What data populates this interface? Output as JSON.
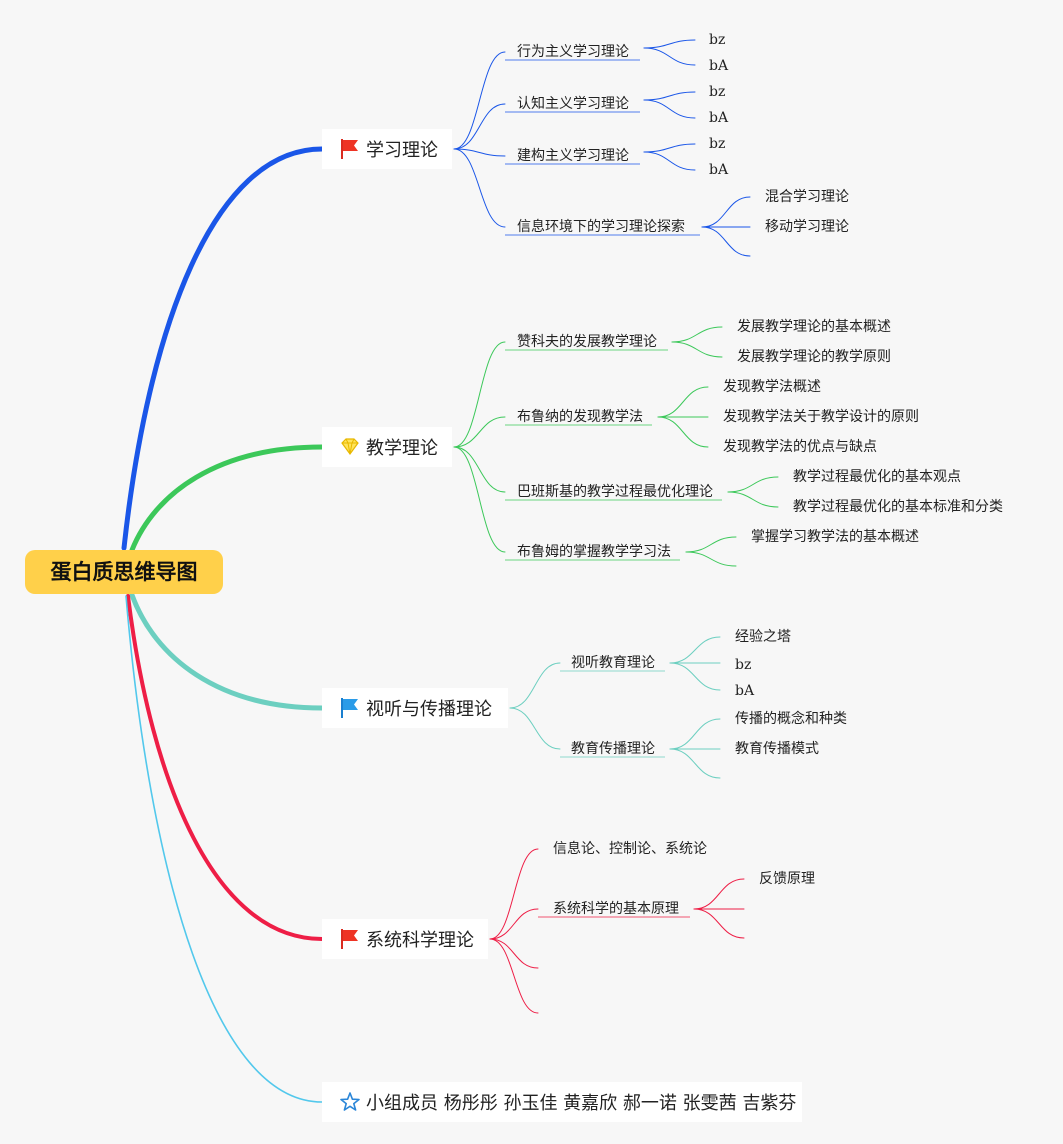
{
  "root": {
    "label": "蛋白质思维导图"
  },
  "colors": {
    "root_fill": "#ffd04a",
    "learning": "#1a56e8",
    "teaching": "#3cc85a",
    "av": "#6ccfc0",
    "systems": "#ee1e46",
    "members": "#52c8ec"
  },
  "branches": [
    {
      "label": "学习理论",
      "icon": "red-flag-icon",
      "children": [
        {
          "label": "行为主义学习理论",
          "children": [
            "bz",
            "bA"
          ]
        },
        {
          "label": "认知主义学习理论",
          "children": [
            "bz",
            "bA"
          ]
        },
        {
          "label": "建构主义学习理论",
          "children": [
            "bz",
            "bA"
          ]
        },
        {
          "label": "信息环境下的学习理论探索",
          "children": [
            "混合学习理论",
            "移动学习理论",
            ""
          ]
        }
      ]
    },
    {
      "label": "教学理论",
      "icon": "diamond-icon",
      "children": [
        {
          "label": "赞科夫的发展教学理论",
          "children": [
            "发展教学理论的基本概述",
            "发展教学理论的教学原则"
          ]
        },
        {
          "label": "布鲁纳的发现教学法",
          "children": [
            "发现教学法概述",
            "发现教学法关于教学设计的原则",
            "发现教学法的优点与缺点"
          ]
        },
        {
          "label": "巴班斯基的教学过程最优化理论",
          "children": [
            "教学过程最优化的基本观点",
            "教学过程最优化的基本标准和分类"
          ]
        },
        {
          "label": "布鲁姆的掌握教学学习法",
          "children": [
            "掌握学习教学法的基本概述",
            ""
          ]
        }
      ]
    },
    {
      "label": "视听与传播理论",
      "icon": "blue-flag-icon",
      "children": [
        {
          "label": "视听教育理论",
          "children": [
            "经验之塔",
            "bz",
            "bA"
          ]
        },
        {
          "label": "教育传播理论",
          "children": [
            "传播的概念和种类",
            "教育传播模式",
            ""
          ]
        }
      ]
    },
    {
      "label": "系统科学理论",
      "icon": "red-flag-icon",
      "children": [
        {
          "label": "信息论、控制论、系统论",
          "children": []
        },
        {
          "label": "系统科学的基本原理",
          "children": [
            "反馈原理",
            "",
            ""
          ]
        },
        {
          "label": "",
          "children": []
        },
        {
          "label": "",
          "children": []
        }
      ]
    },
    {
      "label": "小组成员 杨彤彤 孙玉佳 黄嘉欣 郝一诺 张雯茜 吉紫芬",
      "icon": "star-icon",
      "children": []
    }
  ]
}
